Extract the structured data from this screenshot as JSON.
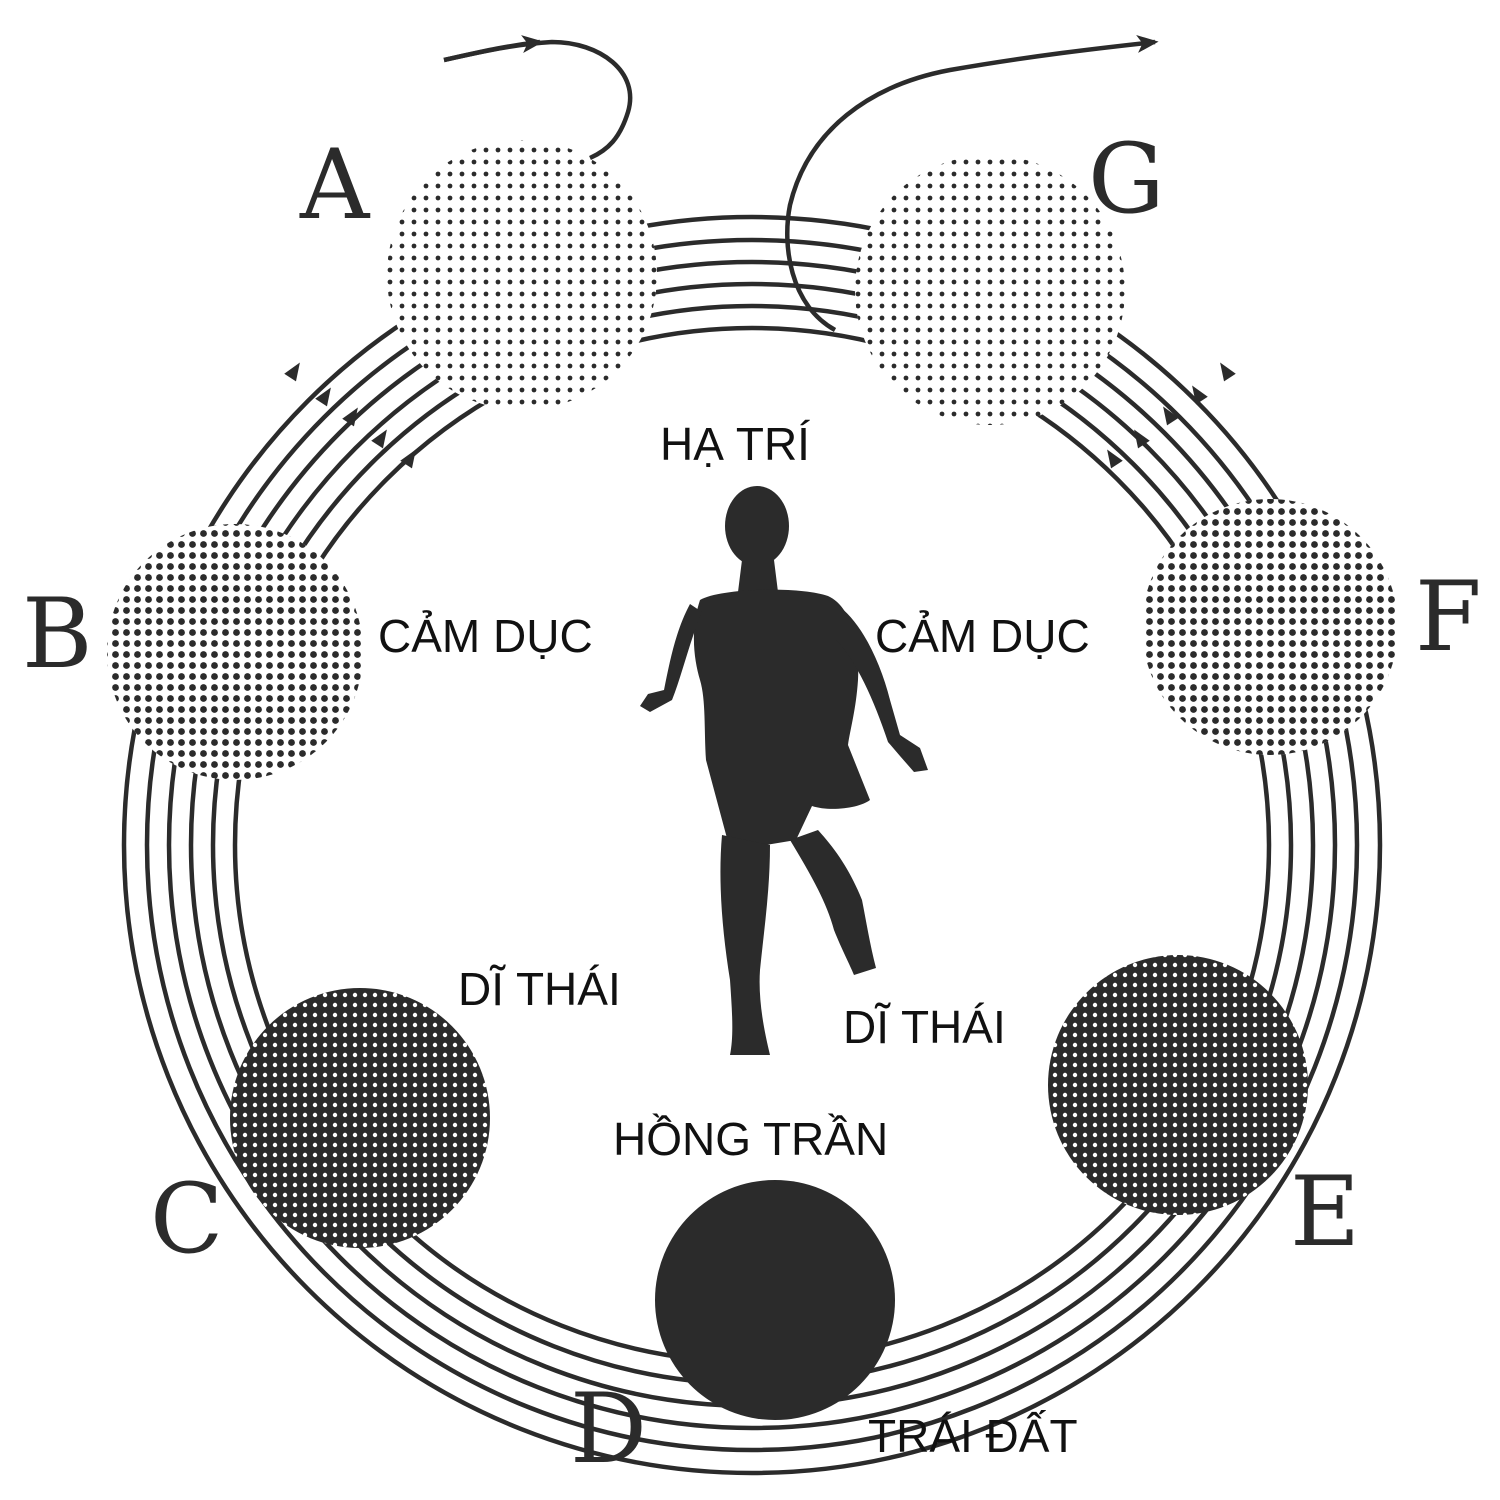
{
  "globe_letters": [
    "A",
    "B",
    "C",
    "D",
    "E",
    "F",
    "G"
  ],
  "labels": {
    "mental": "HẠ TRÍ",
    "astral_left": "CẢM DỤC",
    "astral_right": "CẢM DỤC",
    "etheric_left": "DĨ THÁI",
    "etheric_right": "DĨ THÁI",
    "physical": "HỒNG TRẦN",
    "earth": "TRÁI ĐẤT"
  },
  "colors": {
    "ink": "#2b2b2b",
    "paper": "#ffffff"
  }
}
